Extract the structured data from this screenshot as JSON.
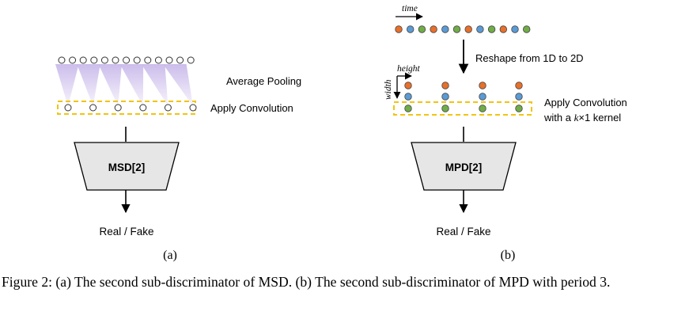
{
  "panel_a": {
    "pooling_label": "Average Pooling",
    "conv_label": "Apply Convolution",
    "block_label": "MSD[2]",
    "output_label": "Real / Fake",
    "sublabel": "(a)"
  },
  "panel_b": {
    "time_label": "time",
    "reshape_label": "Reshape from 1D to 2D",
    "height_label": "height",
    "width_label": "width",
    "conv_label_line1": "Apply Convolution",
    "conv_label_line2_prefix": "with a ",
    "conv_label_k": "k",
    "conv_label_x": "×1 kernel",
    "block_label": "MPD[2]",
    "output_label": "Real / Fake",
    "sublabel": "(b)"
  },
  "colors": {
    "orange": "#e8702a",
    "blue": "#5b9bd5",
    "green": "#70ad47",
    "dashed_box": "#f2c40f",
    "pool_fill": "#c9b9ea",
    "block_fill": "#e6e6e6"
  },
  "caption": {
    "text": "Figure 2: (a) The second sub-discriminator of MSD. (b) The second sub-discriminator of MPD with period 3."
  }
}
